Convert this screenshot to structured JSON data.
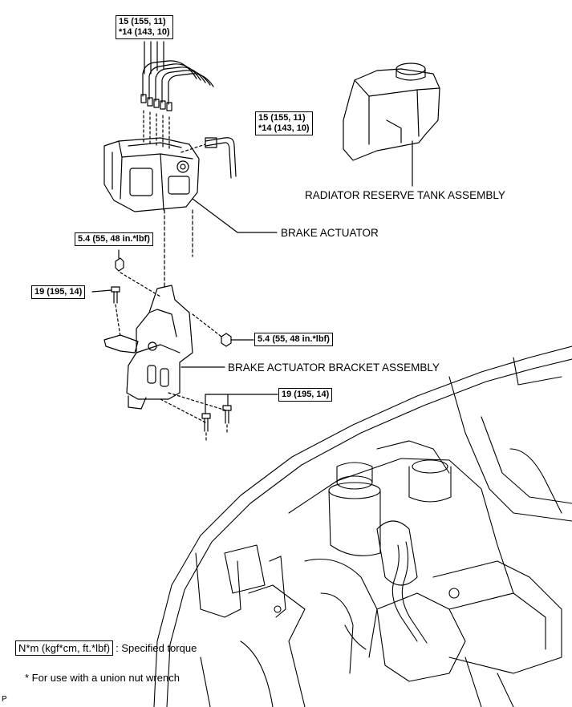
{
  "torques": {
    "t1_line1": "15 (155, 11)",
    "t1_line2": "*14 (143, 10)",
    "t2_line1": "15 (155, 11)",
    "t2_line2": "*14 (143, 10)",
    "t3": "5.4 (55, 48 in.*lbf)",
    "t4": "19 (195, 14)",
    "t5": "5.4 (55, 48 in.*lbf)",
    "t6": "19 (195, 14)"
  },
  "labels": {
    "reserve_tank": "RADIATOR RESERVE TANK ASSEMBLY",
    "brake_actuator": "BRAKE ACTUATOR",
    "bracket": "BRAKE ACTUATOR BRACKET ASSEMBLY"
  },
  "legend": {
    "torque_unit": "N*m (kgf*cm, ft.*lbf)",
    "torque_desc": ": Specified torque",
    "note": "* For use with a union nut wrench"
  },
  "code": "P"
}
